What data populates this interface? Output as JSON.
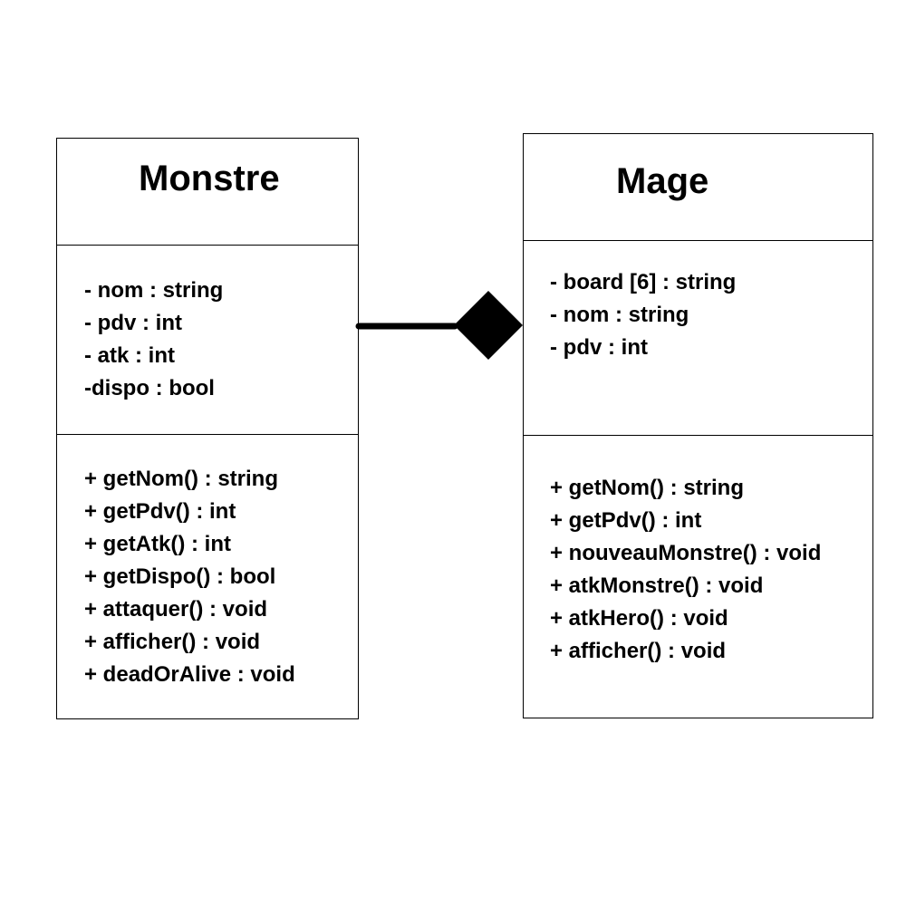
{
  "classes": {
    "monstre": {
      "name": "Monstre",
      "attributes": [
        "- nom : string",
        "- pdv : int",
        "- atk : int",
        "-dispo : bool"
      ],
      "methods": [
        "+ getNom() : string",
        "+ getPdv() : int",
        "+ getAtk() : int",
        "+ getDispo() : bool",
        "+ attaquer() : void",
        "+ afficher() : void",
        "+ deadOrAlive : void"
      ]
    },
    "mage": {
      "name": "Mage",
      "attributes": [
        "- board [6] : string",
        "- nom : string",
        "- pdv : int"
      ],
      "methods": [
        "+ getNom() : string",
        "+ getPdv() : int",
        "+ nouveauMonstre() : void",
        "+ atkMonstre() : void",
        "+ atkHero() : void",
        "+ afficher() : void"
      ]
    }
  },
  "relationship": {
    "type": "composition",
    "from": "Monstre",
    "to": "Mage",
    "color": "#000000"
  }
}
